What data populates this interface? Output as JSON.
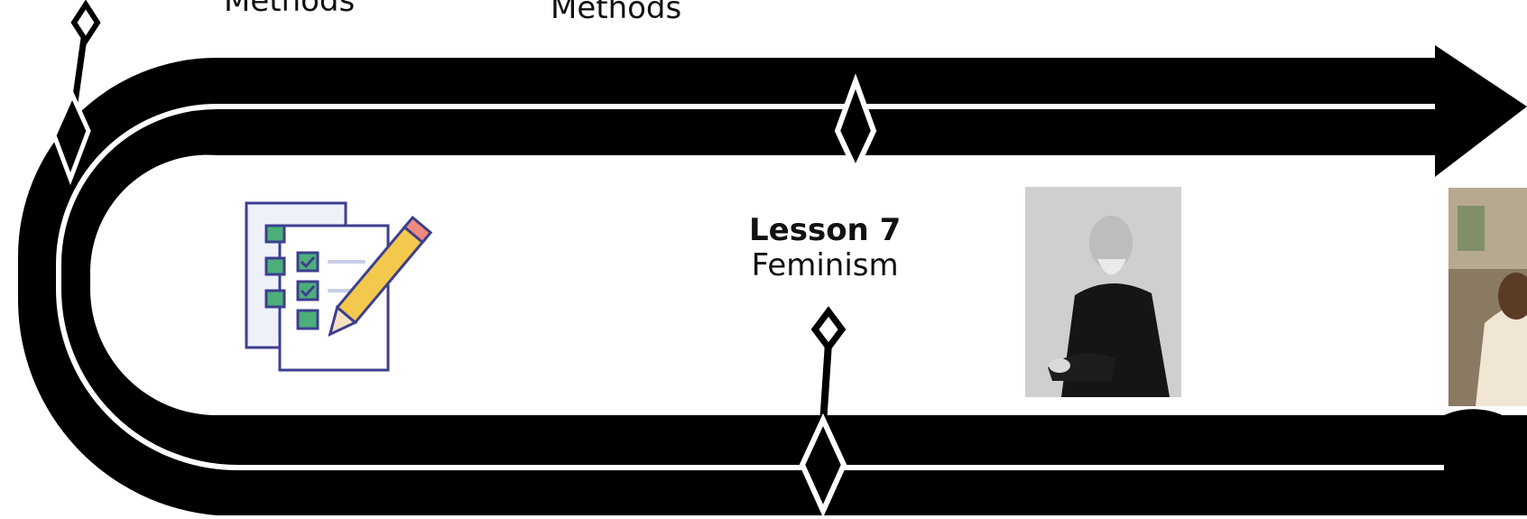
{
  "labels": {
    "top_left": "Methods",
    "top_mid": "Methods",
    "lesson7_title": "Lesson 7",
    "lesson7_topic": "Feminism"
  },
  "icons": {
    "checklist": "checklist-pencil-icon",
    "portrait1": "bearded-man-portrait",
    "portrait2": "man-photo"
  },
  "colors": {
    "track": "#000000",
    "divider": "#ffffff",
    "pencil": "#f2c94c",
    "check": "#4caf7a",
    "outline": "#3d3f8f"
  }
}
